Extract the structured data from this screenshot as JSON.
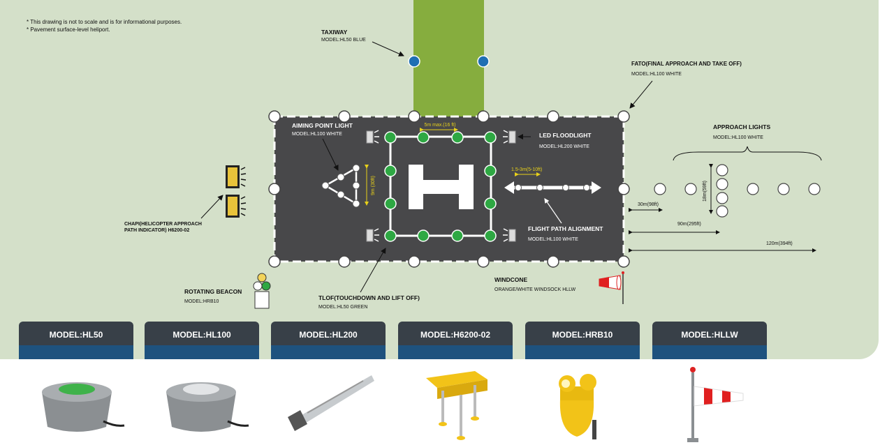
{
  "notes": [
    "* This drawing is not to scale and is for informational purposes.",
    "* Pavement surface-level heliport."
  ],
  "callouts": {
    "taxiway": {
      "title": "TAXIWAY",
      "model": "MODEL:HL50 BLUE"
    },
    "fato": {
      "title": "FATO(FINAL APPROACH AND TAKE OFF)",
      "model": "MODEL:HL100 WHITE"
    },
    "aiming": {
      "title": "AIMING POINT LIGHT",
      "model": "MODEL:HL100 WHITE"
    },
    "flood": {
      "title": "LED FLOODLIGHT",
      "model": "MODEL:HL200 WHITE"
    },
    "approach": {
      "title": "APPROACH LIGHTS",
      "model": "MODEL:HL100 WHITE"
    },
    "chapi": {
      "title1": "CHAPI(HELICOPTER APPROACH",
      "title2": "PATH INDICATOR) H6200-02"
    },
    "fpa": {
      "title": "FLIGHT PATH ALIGNMENT",
      "model": "MODEL:HL100 WHITE"
    },
    "tlof": {
      "title": "TLOF(TOUCHDOWN AND LIFT OFF)",
      "model": "MODEL:HL50 GREEN"
    },
    "windcone": {
      "title": "WINDCONE",
      "model": "ORANGE/WHITE WINDSOCK HLLW"
    },
    "beacon": {
      "title": "ROTATING BEACON",
      "model": "MODEL:HRB10"
    }
  },
  "dimensions": {
    "tlof_width": "5m max.(16 ft)",
    "aiming_height": "9m (30ft)",
    "fpa_spacing": "1.5-3m(5-10ft)",
    "approach_height": "18m(59ft)",
    "d30": "30m(98ft)",
    "d90": "90m(295ft)",
    "d120": "120m(394ft)"
  },
  "marking_letter": "H",
  "models": [
    "MODEL:HL50",
    "MODEL:HL100",
    "MODEL:HL200",
    "MODEL:H6200-02",
    "MODEL:HRB10",
    "MODEL:HLLW"
  ],
  "colors": {
    "background": "#d4e0c9",
    "pad": "#48484a",
    "taxiway": "#86ad3e",
    "green_light": "#2ea843",
    "blue_light": "#1f6fb3",
    "tab_dark": "#384048",
    "tab_blue": "#1e527e",
    "dim_yellow": "#e8d11a"
  }
}
